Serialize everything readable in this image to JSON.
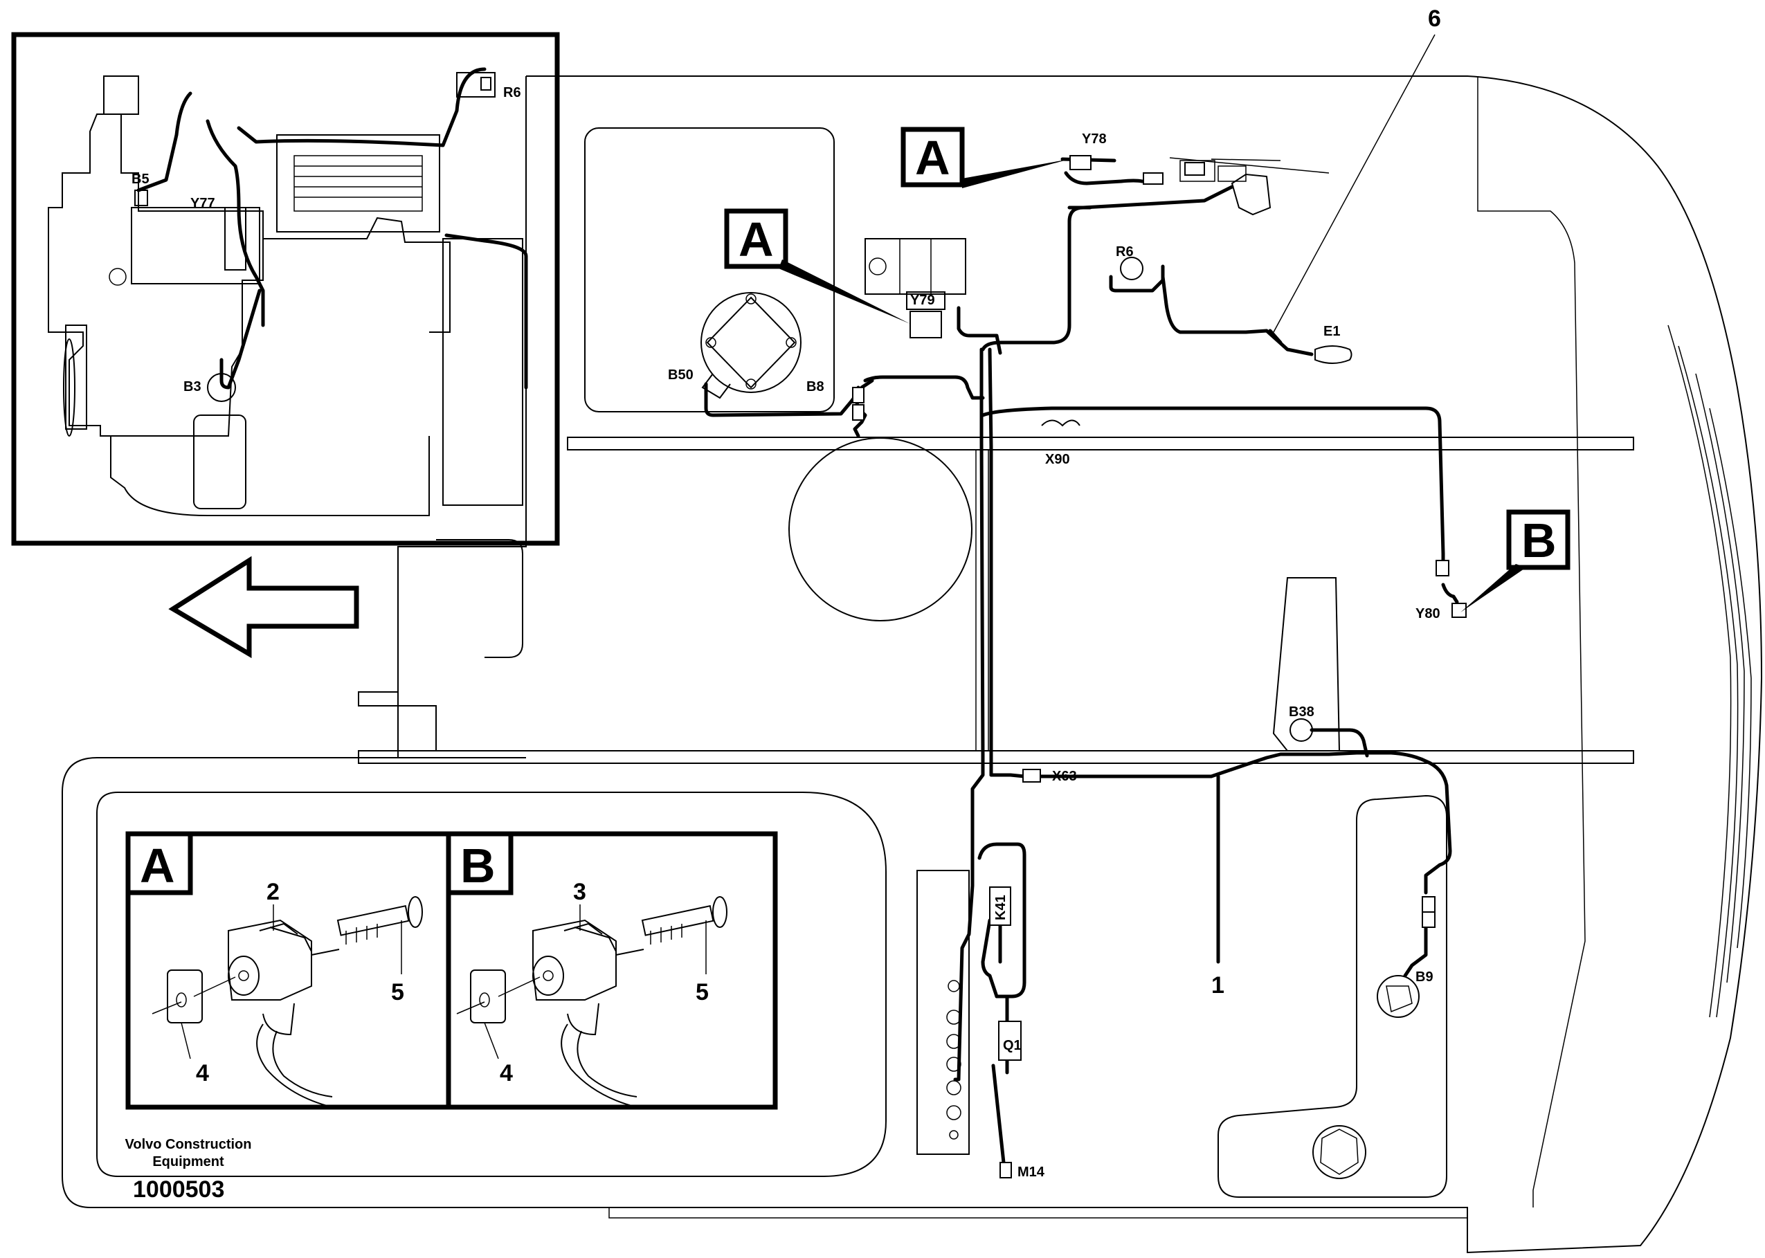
{
  "components": {
    "Y78": "Y78",
    "Y79": "Y79",
    "R6": "R6",
    "E1": "E1",
    "B50": "B50",
    "B8": "B8",
    "X90": "X90",
    "Y80": "Y80",
    "B38": "B38",
    "X63": "X63",
    "K41": "K41",
    "Q1": "Q1",
    "M14": "M14",
    "B9": "B9",
    "B5": "B5",
    "Y77": "Y77",
    "B3": "B3",
    "R6_inset": "R6"
  },
  "callouts": {
    "box_a_1": "A",
    "box_a_2": "A",
    "box_b_1": "B",
    "num_6": "6",
    "num_1": "1"
  },
  "detail_panels": {
    "panel_a_letter": "A",
    "panel_b_letter": "B",
    "a_num_2": "2",
    "a_num_4": "4",
    "a_num_5": "5",
    "b_num_3": "3",
    "b_num_4": "4",
    "b_num_5": "5"
  },
  "footer": {
    "company_line1": "Volvo Construction",
    "company_line2": "Equipment",
    "drawing_number": "1000503"
  },
  "icons": {
    "direction_arrow": "left-arrow-icon"
  },
  "colors": {
    "ink": "#000000",
    "paper": "#ffffff"
  }
}
